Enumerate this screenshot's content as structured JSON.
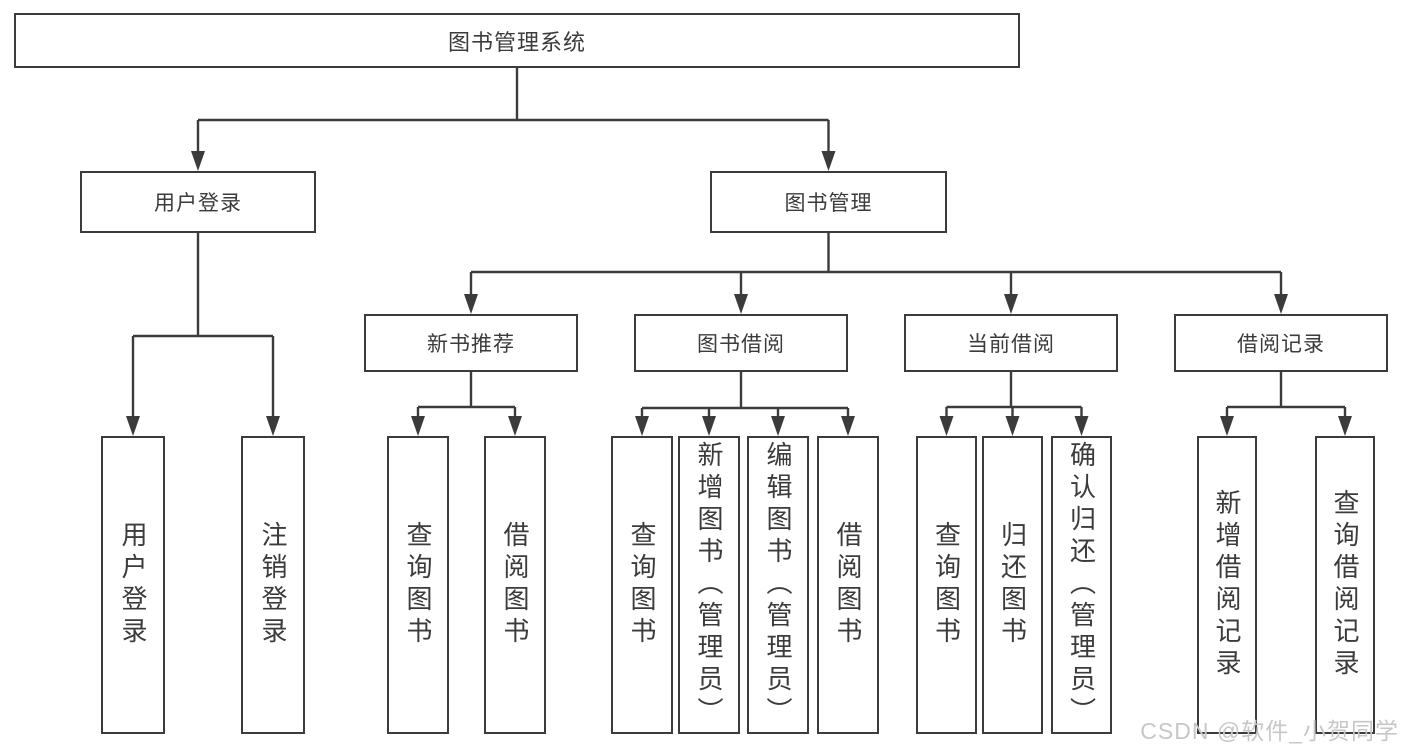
{
  "tree": {
    "label": "图书管理系统",
    "children": [
      {
        "label": "用户登录",
        "children": [
          {
            "label": "用户登录"
          },
          {
            "label": "注销登录"
          }
        ]
      },
      {
        "label": "图书管理",
        "children": [
          {
            "label": "新书推荐",
            "children": [
              {
                "label": "查询图书"
              },
              {
                "label": "借阅图书"
              }
            ]
          },
          {
            "label": "图书借阅",
            "children": [
              {
                "label": "查询图书"
              },
              {
                "label": "新增图书（管理员）"
              },
              {
                "label": "编辑图书（管理员）"
              },
              {
                "label": "借阅图书"
              }
            ]
          },
          {
            "label": "当前借阅",
            "children": [
              {
                "label": "查询图书"
              },
              {
                "label": "归还图书"
              },
              {
                "label": "确认归还（管理员）"
              }
            ]
          },
          {
            "label": "借阅记录",
            "children": [
              {
                "label": "新增借阅记录"
              },
              {
                "label": "查询借阅记录"
              }
            ]
          }
        ]
      }
    ]
  },
  "watermark": "CSDN @软件_小贺同学",
  "colors": {
    "line": "#3b3b3b",
    "box_border": "#3b3b3b",
    "box_fill": "#ffffff",
    "text": "#3b3b3b",
    "watermark": "#c7c7c7",
    "background": "#ffffff"
  }
}
